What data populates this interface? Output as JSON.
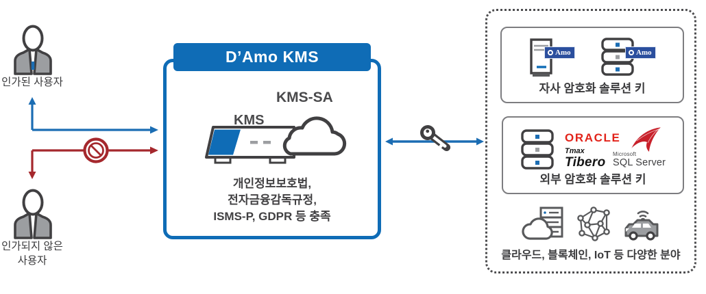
{
  "left": {
    "authorized_user_label": "인가된 사용자",
    "unauthorized_user_label_line1": "인가되지 않은",
    "unauthorized_user_label_line2": "사용자"
  },
  "kms_box": {
    "title": "D’Amo KMS",
    "kms_label": "KMS",
    "kms_sa_label": "KMS-SA",
    "compliance_lines": [
      "개인정보보호법,",
      "전자금융감독규정,",
      "ISMS-P, GDPR 등 충족"
    ]
  },
  "right_panel": {
    "own_solution": {
      "damo_badge_text": "Amo",
      "label": "자사 암호화 솔루션 키"
    },
    "external_solution": {
      "oracle_logo": "ORACLE",
      "tmax_logo": "Tmax",
      "tibero_logo": "Tibero",
      "microsoft_logo": "Microsoft",
      "sql_server_logo": "SQL Server",
      "label": "외부 암호화 솔루션 키"
    },
    "various_fields_label": "클라우드, 블록체인, IoT 등 다양한 분야"
  },
  "colors": {
    "primary_blue": "#0f6cb6",
    "badge_navy": "#2b4f9e",
    "blocked_red": "#a5282d",
    "oracle_red": "#e2231a",
    "icon_gray": "#58595b",
    "text_dark": "#3a3a3c"
  }
}
